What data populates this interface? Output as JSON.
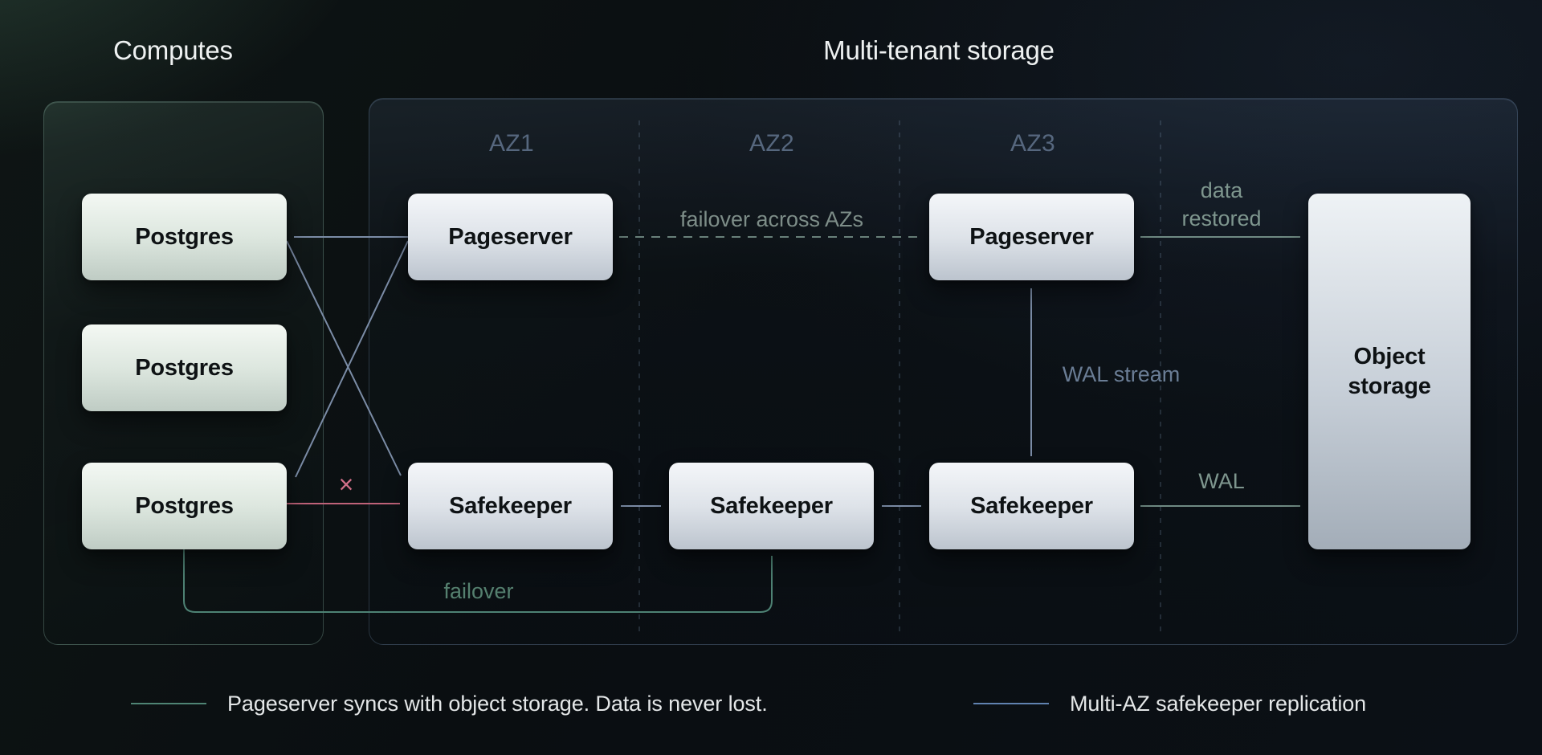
{
  "titles": {
    "computes": "Computes",
    "storage": "Multi-tenant storage"
  },
  "zones": [
    {
      "label": "AZ1"
    },
    {
      "label": "AZ2"
    },
    {
      "label": "AZ3"
    }
  ],
  "nodes": {
    "postgres1": {
      "label": "Postgres"
    },
    "postgres2": {
      "label": "Postgres"
    },
    "postgres3": {
      "label": "Postgres"
    },
    "pageserver_az1": {
      "label": "Pageserver"
    },
    "pageserver_az3": {
      "label": "Pageserver"
    },
    "safekeeper_az1": {
      "label": "Safekeeper"
    },
    "safekeeper_az2": {
      "label": "Safekeeper"
    },
    "safekeeper_az3": {
      "label": "Safekeeper"
    },
    "object_storage": {
      "label": "Object storage"
    }
  },
  "edge_labels": {
    "failover_across_azs": "failover across AZs",
    "data_restored": "data restored",
    "wal_stream": "WAL stream",
    "wal": "WAL",
    "failover": "failover",
    "broken_mark": "×"
  },
  "legend": {
    "items": [
      {
        "color": "#4f8474",
        "label": "Pageserver syncs with object storage. Data is never lost."
      },
      {
        "color": "#6082b0",
        "label": "Multi-AZ safekeeper replication"
      }
    ]
  },
  "colors": {
    "replication_blue": "#7b8ca6",
    "failover_teal": "#4e8274",
    "broken_pink": "#bf6279",
    "object_sync_sage": "#6f8a83",
    "dashed_failover": "#69807a",
    "az_label": "#56677e",
    "background": "#0a0e11"
  }
}
